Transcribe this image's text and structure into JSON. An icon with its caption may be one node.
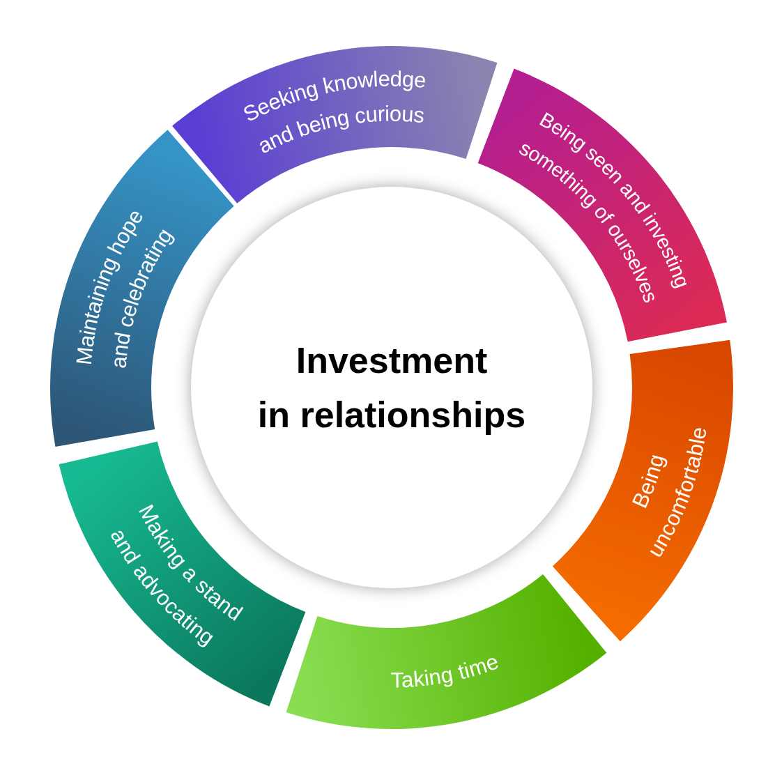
{
  "diagram": {
    "nodes": [
      {
        "text": [
          "Investment in relationships"
        ]
      },
      {
        "text": [
          "Seeking knowledge and being curious"
        ]
      },
      {
        "text": [
          "Being seen and investing something of ourselves"
        ]
      },
      {
        "text": [
          "Being uncomfortable"
        ]
      },
      {
        "text": [
          "Taking time"
        ]
      },
      {
        "text": [
          "Making a stand and advocating"
        ]
      },
      {
        "text": [
          "Maintaining hope and celebrating"
        ]
      }
    ]
  }
}
